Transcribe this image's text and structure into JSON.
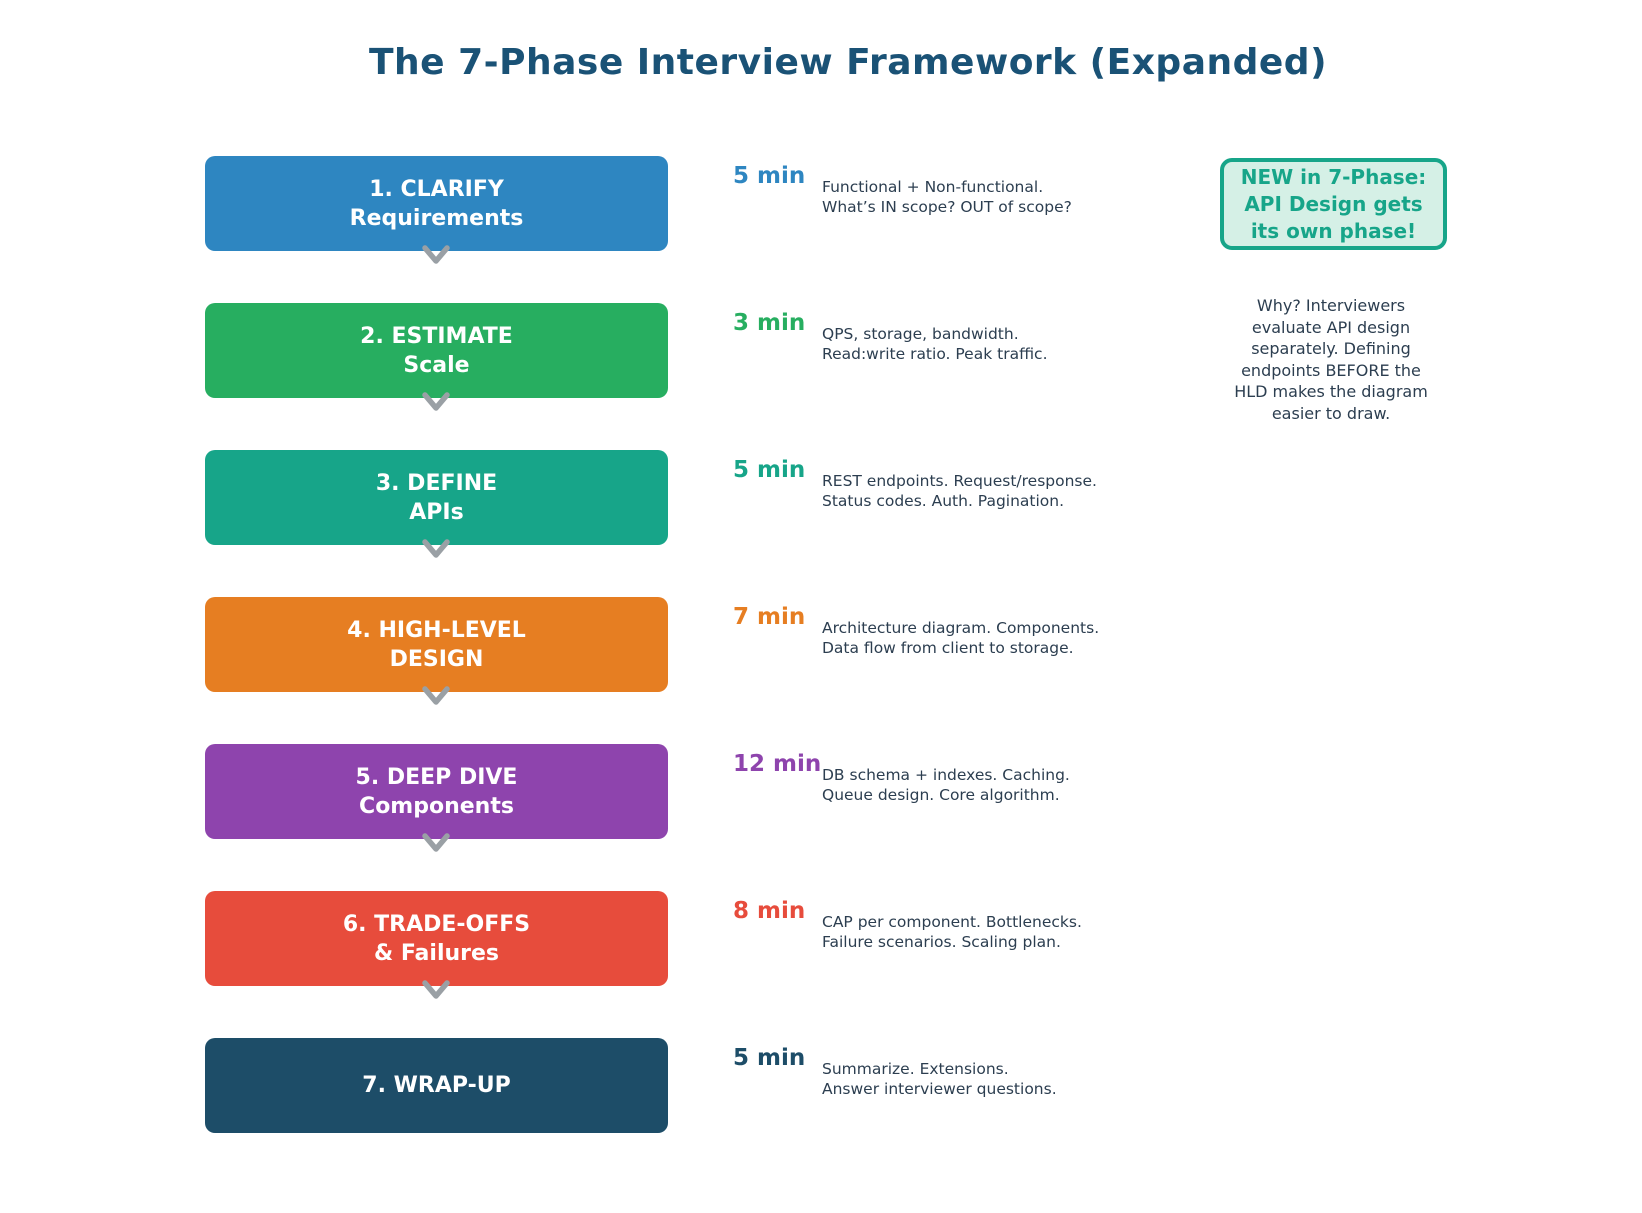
{
  "title": "The 7-Phase Interview Framework (Expanded)",
  "phases": [
    {
      "label": "1. CLARIFY\nRequirements",
      "time": "5 min",
      "desc": "Functional + Non-functional.\nWhat’s IN scope? OUT of scope?",
      "color": "#2E86C1"
    },
    {
      "label": "2. ESTIMATE\nScale",
      "time": "3 min",
      "desc": "QPS, storage, bandwidth.\nRead:write ratio. Peak traffic.",
      "color": "#27AE60"
    },
    {
      "label": "3. DEFINE\nAPIs",
      "time": "5 min",
      "desc": "REST endpoints. Request/response.\nStatus codes. Auth. Pagination.",
      "color": "#17A589"
    },
    {
      "label": "4. HIGH-LEVEL\nDESIGN",
      "time": "7 min",
      "desc": "Architecture diagram. Components.\nData flow from client to storage.",
      "color": "#E67E22"
    },
    {
      "label": "5. DEEP DIVE\nComponents",
      "time": "12 min",
      "desc": "DB schema + indexes. Caching.\nQueue design. Core algorithm.",
      "color": "#8E44AD"
    },
    {
      "label": "6. TRADE-OFFS\n& Failures",
      "time": "8 min",
      "desc": "CAP per component. Bottlenecks.\nFailure scenarios. Scaling plan.",
      "color": "#E74C3C"
    },
    {
      "label": "7. WRAP-UP",
      "time": "5 min",
      "desc": "Summarize. Extensions.\nAnswer interviewer questions.",
      "color": "#1D4D68"
    }
  ],
  "callout": {
    "text": "NEW in 7-Phase:\nAPI Design gets\nits own phase!",
    "border_color": "#17A589",
    "bg_color": "#D5F0E6",
    "text_color": "#17A589"
  },
  "note": "Why? Interviewers\nevaluate API design\nseparately. Defining\nendpoints BEFORE the\nHLD makes the diagram\neasier to draw.",
  "title_color": "#1A5276",
  "arrow_color": "#9AA0A5"
}
